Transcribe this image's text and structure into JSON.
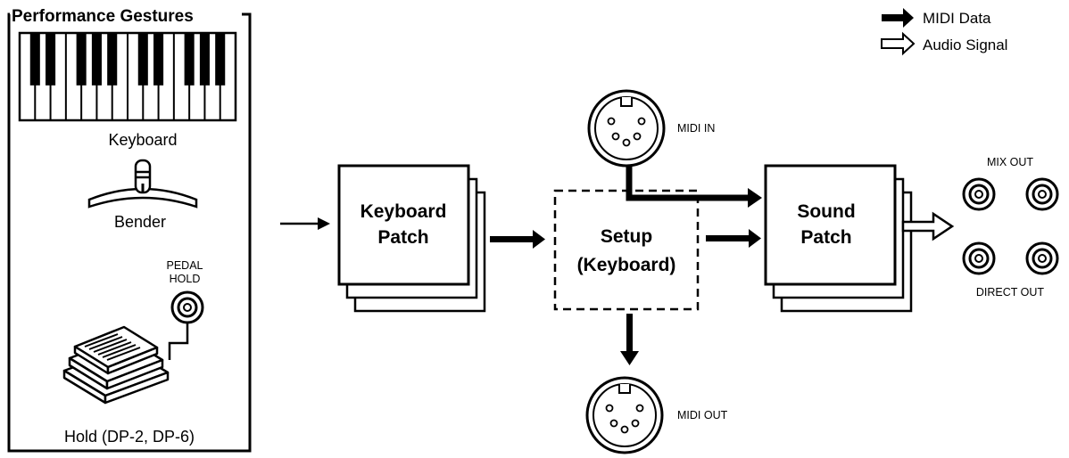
{
  "legend": {
    "midi_data": "MIDI Data",
    "audio_signal": "Audio Signal"
  },
  "gestures": {
    "title": "Performance Gestures",
    "keyboard": "Keyboard",
    "bender": "Bender",
    "pedal_hold_line1": "PEDAL",
    "pedal_hold_line2": "HOLD",
    "hold": "Hold (DP-2, DP-6)"
  },
  "keyboard_patch": {
    "line1": "Keyboard",
    "line2": "Patch"
  },
  "setup": {
    "line1": "Setup",
    "line2": "(Keyboard)"
  },
  "sound_patch": {
    "line1": "Sound",
    "line2": "Patch"
  },
  "midi_in": "MIDI IN",
  "midi_out": "MIDI OUT",
  "mix_out": "MIX OUT",
  "direct_out": "DIRECT OUT"
}
